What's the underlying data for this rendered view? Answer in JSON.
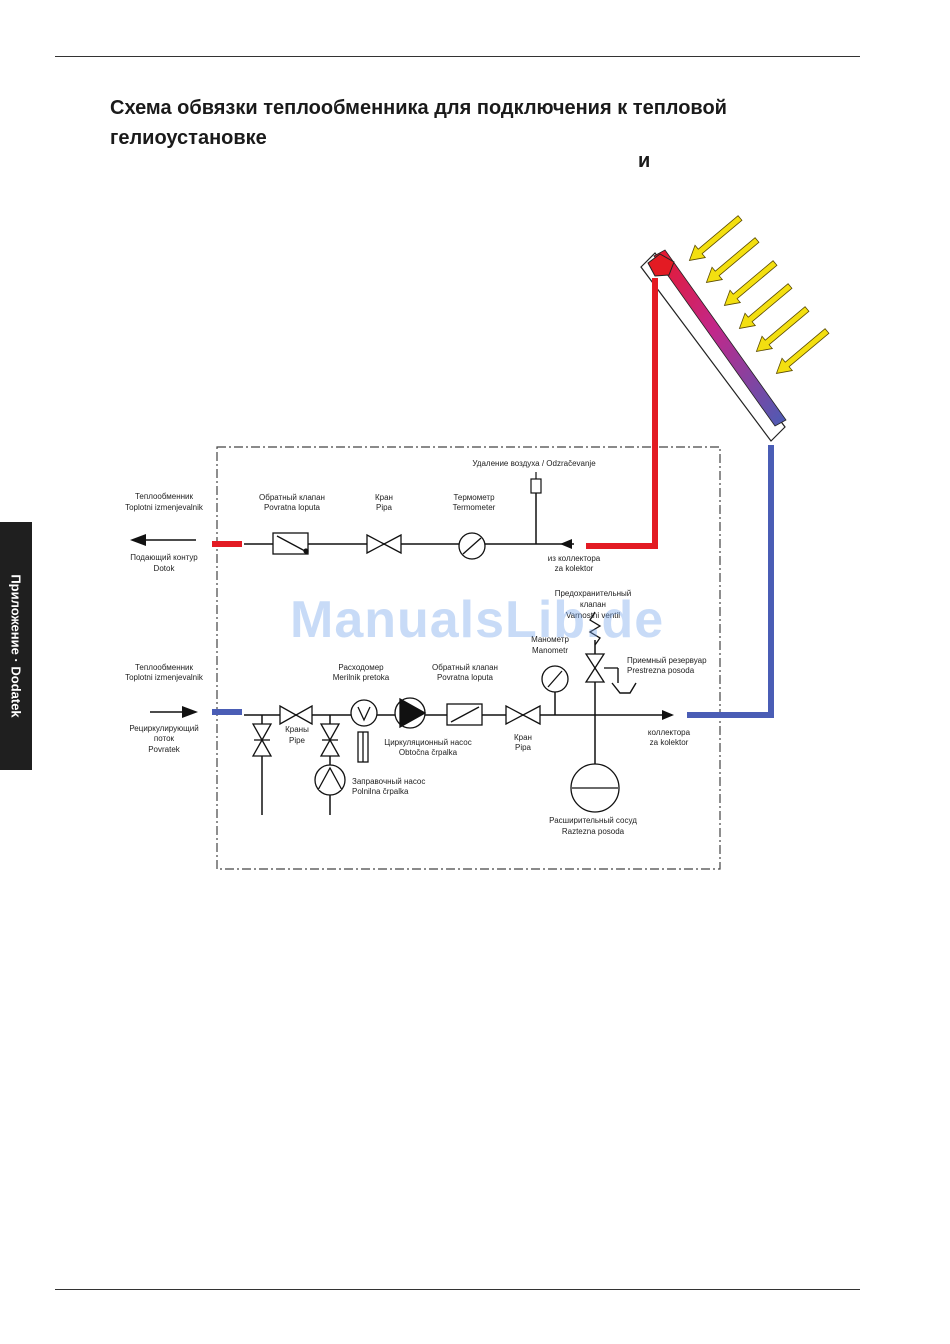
{
  "header": {
    "title": "Схема обвязки теплообменника для подключения к тепловой гелиоустановке",
    "title_extra": "и"
  },
  "sidebar": {
    "tab_label": "Приложение · Dodatek"
  },
  "watermark": "ManualsLib.de",
  "colors": {
    "supply_red": "#e31b23",
    "return_blue": "#4a5db5",
    "sun_arrow_yellow": "#f3df10",
    "tab_dark": "#1f1f1f"
  },
  "diagram": {
    "labels": {
      "air_vent": "Удаление воздуха / Odzračevanje",
      "heat_exchanger_top_ru": "Теплообменник",
      "heat_exchanger_top_sl": "Toplotni izmenjevalnik",
      "supply_ru": "Подающий контур",
      "supply_sl": "Dotok",
      "check_valve_top_ru": "Обратный клапан",
      "check_valve_top_sl": "Povratna loputa",
      "valve_top_ru": "Кран",
      "valve_top_sl": "Pipa",
      "thermometer_ru": "Термометр",
      "thermometer_sl": "Termometer",
      "from_collector_ru": "из коллектора",
      "from_collector_sl": "za kolektor",
      "safety_valve_1": "Предохранительный",
      "safety_valve_2": "клапан",
      "safety_valve_3": "Varnostni ventil",
      "manometer_ru": "Манометр",
      "manometer_sl": "Manometr",
      "receiver_ru": "Приемный резервуар",
      "receiver_sl": "Prestrezna posoda",
      "heat_exchanger_bottom_ru": "Теплообменник",
      "heat_exchanger_bottom_sl": "Toplotni izmenjevalnik",
      "flowmeter_ru": "Расходомер",
      "flowmeter_sl": "Merilnik pretoka",
      "check_valve_bottom_ru": "Обратный клапан",
      "check_valve_bottom_sl": "Povratna loputa",
      "return_1": "Рециркулирующий",
      "return_2": "поток",
      "return_3": "Povratek",
      "valves_bottom_ru": "Краны",
      "valves_bottom_sl": "Pipe",
      "circ_pump_ru": "Циркуляционный насос",
      "circ_pump_sl": "Obtočna črpalka",
      "valve_bottom_ru": "Кран",
      "valve_bottom_sl": "Pipa",
      "to_collector_ru": "коллектора",
      "to_collector_sl": "za kolektor",
      "fill_pump_ru": "Заправочный насос",
      "fill_pump_sl": "Polnilna črpalka",
      "expansion_ru": "Расширительный сосуд",
      "expansion_sl": "Raztezna posoda"
    }
  }
}
